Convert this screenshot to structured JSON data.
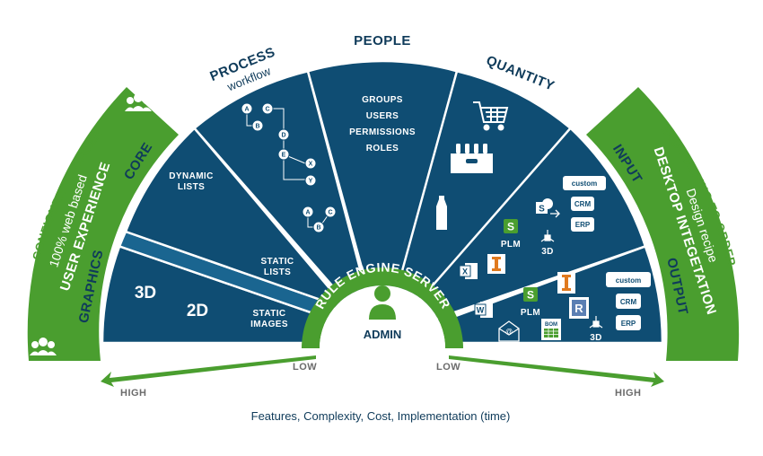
{
  "segments": {
    "graphics": "GRAPHICS",
    "core": "CORE",
    "process": "PROCESS",
    "process_sub": "workflow",
    "people": "PEOPLE",
    "quantity": "QUANTITY",
    "input": "INPUT",
    "output": "OUTPUT"
  },
  "graphics_content": {
    "three_d": "3D",
    "two_d": "2D",
    "static_images": [
      "STATIC",
      "IMAGES"
    ],
    "static_lists": [
      "STATIC",
      "LISTS"
    ],
    "dynamic_lists": [
      "DYNAMIC",
      "LISTS"
    ]
  },
  "people_content": [
    "GROUPS",
    "USERS",
    "PERMISSIONS",
    "ROLES"
  ],
  "process_nodes": [
    "A",
    "B",
    "C",
    "D",
    "E",
    "X",
    "Y"
  ],
  "badges": {
    "custom": "custom",
    "crm": "CRM",
    "erp": "ERP",
    "plm": "PLM",
    "three_d": "3D",
    "bom": "BOM"
  },
  "center": {
    "arc_text": "RULE ENGINE SERVER",
    "admin": "ADMIN"
  },
  "left_band": {
    "outer": "CONFIGURE TO ORDER",
    "line1": "100% web based",
    "line2": "USER EXPERIENCE"
  },
  "right_band": {
    "outer": "ENGINEERING TO ORDER",
    "line1": "Design recipe",
    "line2": "DESKTOP INTEGETATION"
  },
  "axis": {
    "left_low": "LOW",
    "left_high": "HIGH",
    "right_low": "LOW",
    "right_high": "HIGH",
    "caption": "Features, Complexity, Cost, Implementation (time)"
  },
  "colors": {
    "navy": "#0f4d73",
    "navy_light": "#1a6590",
    "green": "#4a9e2f",
    "text_dark": "#0f3b5a"
  }
}
